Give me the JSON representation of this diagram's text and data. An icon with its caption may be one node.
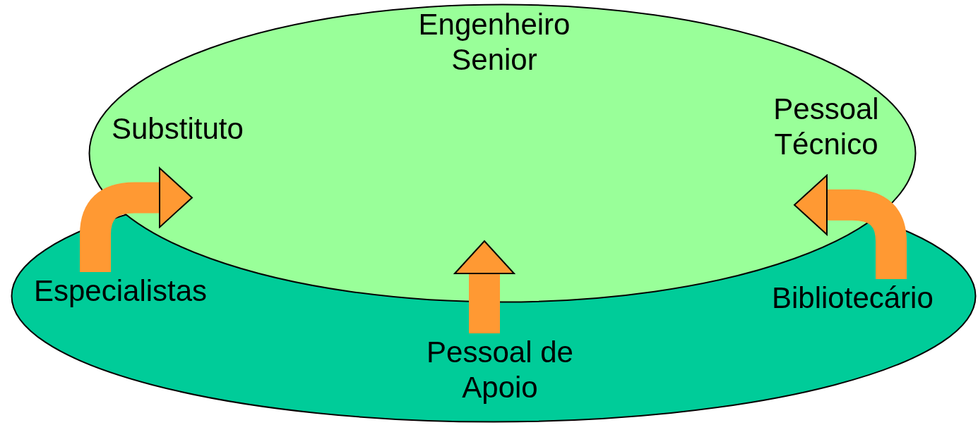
{
  "diagram": {
    "nodes": [
      {
        "text": [],
        "shape": "ellipse"
      },
      {
        "text": [],
        "shape": "ellipse"
      },
      {
        "text": [
          "Engenheiro Senior"
        ],
        "in": 1
      },
      {
        "text": [
          "Substituto"
        ],
        "in": 1
      },
      {
        "text": [
          "Pessoal Técnico"
        ],
        "in": 1
      },
      {
        "text": [
          "Especialistas"
        ],
        "in": 0
      },
      {
        "text": [
          "Pessoal de Apoio"
        ],
        "in": 0
      },
      {
        "text": [
          "Bibliotecário"
        ],
        "in": 0
      }
    ],
    "edges": [
      {
        "from": 5,
        "to": 3,
        "arrow": "to"
      },
      {
        "from": 6,
        "to": 1,
        "arrow": "to"
      },
      {
        "from": 7,
        "to": 4,
        "arrow": "to"
      }
    ]
  }
}
